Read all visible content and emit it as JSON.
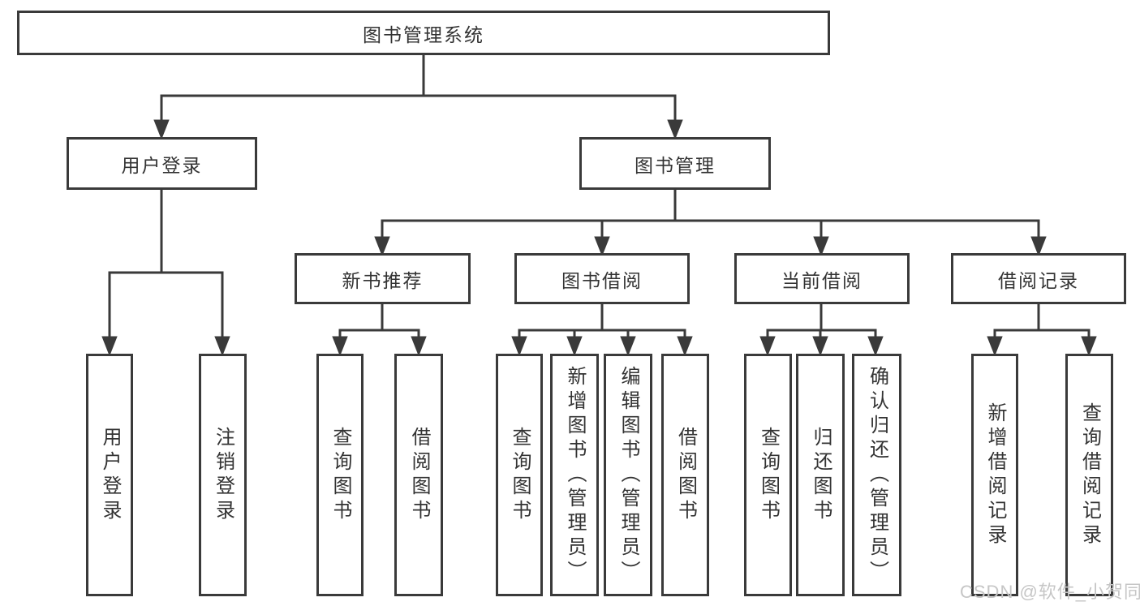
{
  "tree": {
    "label": "图书管理系统",
    "children": [
      {
        "label": "用户登录",
        "children": [
          {
            "label": "用户登录"
          },
          {
            "label": "注销登录"
          }
        ]
      },
      {
        "label": "图书管理",
        "children": [
          {
            "label": "新书推荐",
            "children": [
              {
                "label": "查询图书"
              },
              {
                "label": "借阅图书"
              }
            ]
          },
          {
            "label": "图书借阅",
            "children": [
              {
                "label": "查询图书"
              },
              {
                "label": "新增图书（管理员）"
              },
              {
                "label": "编辑图书（管理员）"
              },
              {
                "label": "借阅图书"
              }
            ]
          },
          {
            "label": "当前借阅",
            "children": [
              {
                "label": "查询图书"
              },
              {
                "label": "归还图书"
              },
              {
                "label": "确认归还（管理员）"
              }
            ]
          },
          {
            "label": "借阅记录",
            "children": [
              {
                "label": "新增借阅记录"
              },
              {
                "label": "查询借阅记录"
              }
            ]
          }
        ]
      }
    ]
  },
  "watermark": {
    "text": "CSDN @软件_小贺同学"
  },
  "colors": {
    "line": "#3a3a3a",
    "box_border": "#3a3a3a",
    "text": "#333333",
    "watermark": "#c6c6c6",
    "background": "#ffffff"
  }
}
